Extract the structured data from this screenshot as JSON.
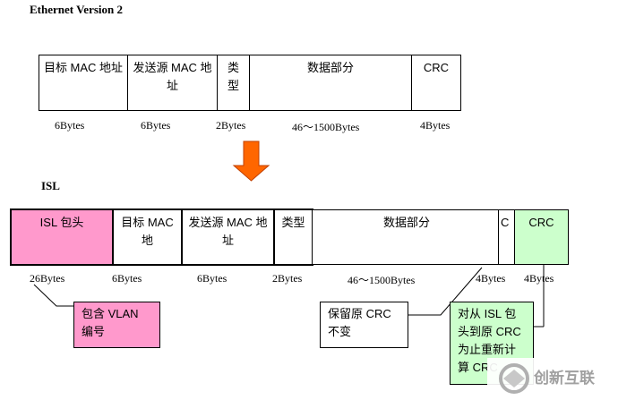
{
  "eth": {
    "title": "Ethernet Version 2",
    "fields": [
      "目标 MAC 地址",
      "发送源 MAC 地址",
      "类型",
      "数据部分",
      "CRC"
    ],
    "sizes": [
      "6Bytes",
      "6Bytes",
      "2Bytes",
      "46～1500Bytes",
      "4Bytes"
    ]
  },
  "isl": {
    "title": "ISL",
    "fields": [
      "ISL 包头",
      "目标 MAC 地",
      "发送源 MAC 地址",
      "类型",
      "数据部分",
      "C",
      "CRC"
    ],
    "sizes": [
      "26Bytes",
      "6Bytes",
      "6Bytes",
      "2Bytes",
      "46～1500Bytes",
      "4Bytes",
      "4Bytes"
    ]
  },
  "notes": {
    "vlan": "包含 VLAN 编号",
    "keep_crc": "保留原 CRC 不变",
    "recalc": "对从 ISL 包头到原 CRC 为止重新计算 CRC"
  },
  "watermark": "创新互联",
  "colors": {
    "isl_header": "#ff99cc",
    "crc_new": "#ccffcc",
    "arrow": "#ff6600"
  }
}
